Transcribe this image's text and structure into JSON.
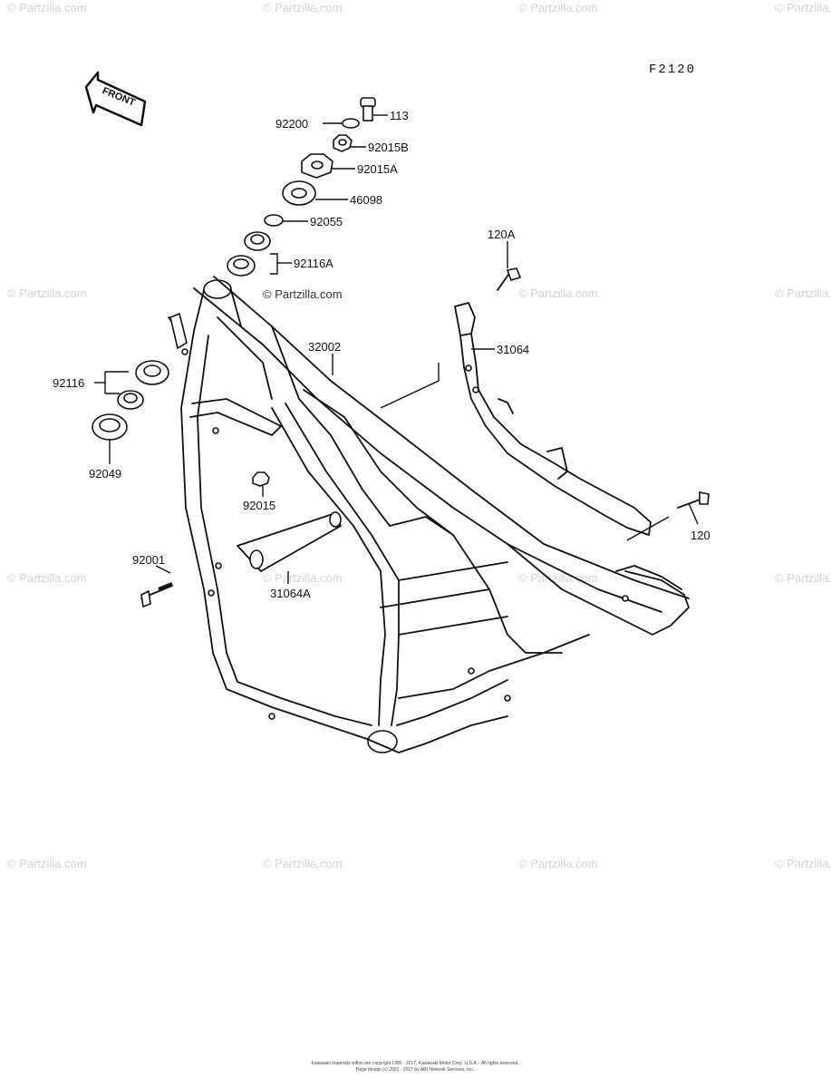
{
  "diagram_code": "F2120",
  "front_label": "FRONT",
  "watermark_text": "© Partzilla.com",
  "watermark_center": "© Partzilla.com",
  "copyright_line1": "Kawasaki materials within are copyright 1985 - 2017, Kawasaki Motor Corp. U.S.A. - All rights reserved.",
  "copyright_line2": "Page design (c) 2001 - 2017 by ARI Network Services, Inc.",
  "callouts": {
    "p113": "113",
    "p92200": "92200",
    "p92015B": "92015B",
    "p92015A": "92015A",
    "p46098": "46098",
    "p92055": "92055",
    "p92116A": "92116A",
    "p120A": "120A",
    "p32002": "32002",
    "p31064": "31064",
    "p92116": "92116",
    "p92049": "92049",
    "p92015": "92015",
    "p92001": "92001",
    "p31064A": "31064A",
    "p120": "120"
  }
}
